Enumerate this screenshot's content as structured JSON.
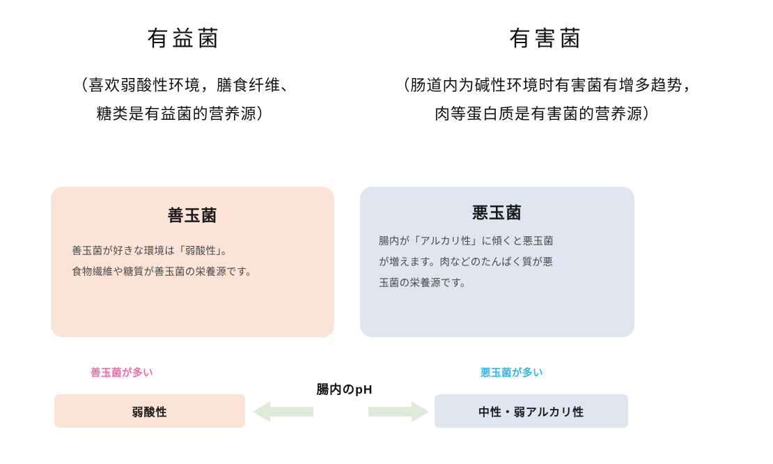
{
  "headers": {
    "left": {
      "title": "有益菌",
      "note_line1": "（喜欢弱酸性环境，膳食纤维、",
      "note_line2": "糖类是有益菌的营养源）"
    },
    "right": {
      "title": "有害菌",
      "note_line1": "（肠道内为碱性环境时有害菌有增多趋势，",
      "note_line2": "肉等蛋白质是有害菌的营养源）"
    }
  },
  "cards": {
    "good": {
      "title": "善玉菌",
      "body_line1": "善玉菌が好きな環境は「弱酸性」。",
      "body_line2": "食物繊維や糖質が善玉菌の栄養源です。",
      "bg_color": "#fbe3d8"
    },
    "bad": {
      "title": "悪玉菌",
      "body_line1": "腸内が「アルカリ性」に傾くと悪玉菌",
      "body_line2": "が増えます。肉などのたんぱく質が悪",
      "body_line3": "玉菌の栄養源です。",
      "bg_color": "#dee7f1"
    }
  },
  "ph_scale": {
    "center_label": "腸内のpH",
    "left_tag": "善玉菌が多い",
    "left_tag_color": "#f56aa8",
    "right_tag": "悪玉菌が多い",
    "right_tag_color": "#2fb8ea",
    "left_bar_label": "弱酸性",
    "left_bar_color": "#fbe3d8",
    "right_bar_label": "中性・弱アルカリ性",
    "right_bar_color": "#dee7f1",
    "arrow_color": "#dfebd7"
  }
}
